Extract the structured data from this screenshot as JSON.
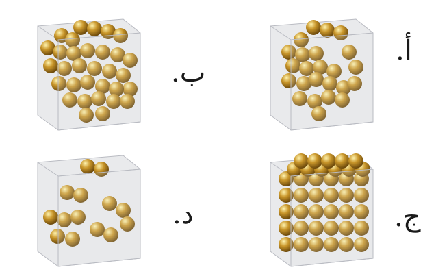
{
  "options": [
    {
      "label": "أ.",
      "fill": "partial"
    },
    {
      "label": "ب.",
      "fill": "mostly-full"
    },
    {
      "label": "ج.",
      "fill": "full"
    },
    {
      "label": "د.",
      "fill": "sparse"
    }
  ],
  "colors": {
    "sphere_light": "#fff4b0",
    "sphere_mid": "#c9962a",
    "sphere_dark": "#6d4a0c",
    "cube_face": "#d7d8dc",
    "cube_edge": "#b9bbc2"
  }
}
